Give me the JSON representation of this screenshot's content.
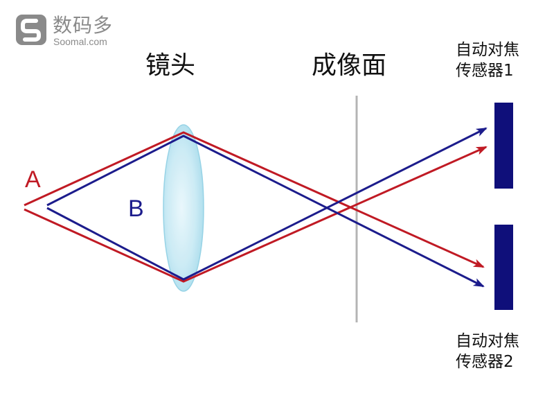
{
  "logo": {
    "cn": "数码多",
    "en": "Soomal.com"
  },
  "labels": {
    "lens": "镜头",
    "image_plane": "成像面",
    "sensor1_line1": "自动对焦",
    "sensor1_line2": "传感器1",
    "sensor2_line1": "自动对焦",
    "sensor2_line2": "传感器2",
    "point_a": "A",
    "point_b": "B"
  },
  "colors": {
    "ray_a": "#c01a24",
    "ray_b": "#1c1c8c",
    "sensor": "#0f0f7a",
    "image_plane": "#b4b4b4",
    "lens_fill": "#bfe6f2",
    "lens_edge": "#8ccfe4",
    "text": "#111111",
    "logo": "#8a8a8a"
  }
}
